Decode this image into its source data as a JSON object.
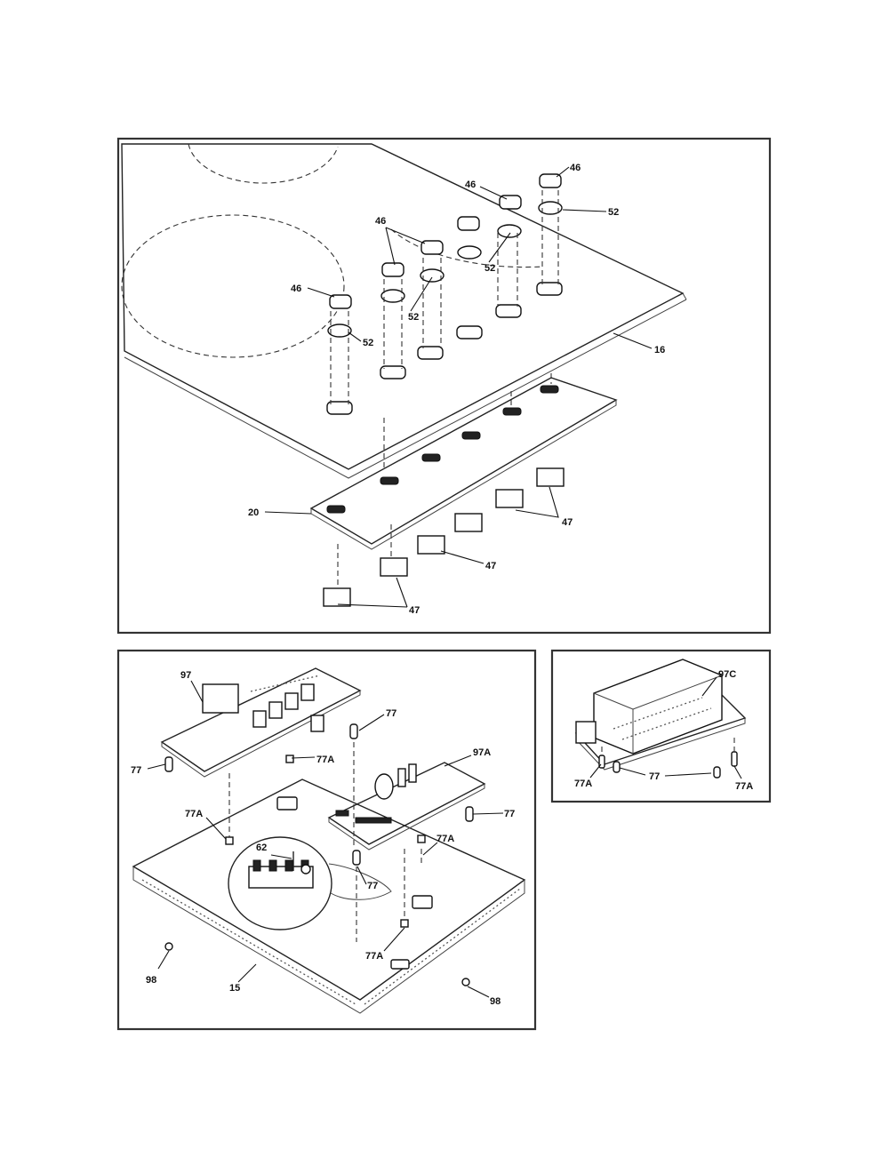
{
  "panels": [
    {
      "id": "top",
      "labels": [
        {
          "key": "l46a",
          "text": "46"
        },
        {
          "key": "l46b",
          "text": "46"
        },
        {
          "key": "l46c",
          "text": "46"
        },
        {
          "key": "l46d",
          "text": "46"
        },
        {
          "key": "l52a",
          "text": "52"
        },
        {
          "key": "l52b",
          "text": "52"
        },
        {
          "key": "l52c",
          "text": "52"
        },
        {
          "key": "l52d",
          "text": "52"
        },
        {
          "key": "l16",
          "text": "16"
        },
        {
          "key": "l20",
          "text": "20"
        },
        {
          "key": "l47a",
          "text": "47"
        },
        {
          "key": "l47b",
          "text": "47"
        },
        {
          "key": "l47c",
          "text": "47"
        }
      ]
    },
    {
      "id": "bottom-left",
      "labels": [
        {
          "key": "l97",
          "text": "97"
        },
        {
          "key": "l77a",
          "text": "77"
        },
        {
          "key": "l77b",
          "text": "77"
        },
        {
          "key": "l77Aa",
          "text": "77A"
        },
        {
          "key": "l97A",
          "text": "97A"
        },
        {
          "key": "l77Ab",
          "text": "77A"
        },
        {
          "key": "l77c",
          "text": "77"
        },
        {
          "key": "l62",
          "text": "62"
        },
        {
          "key": "l77Ac",
          "text": "77A"
        },
        {
          "key": "l77d",
          "text": "77"
        },
        {
          "key": "l77Ad",
          "text": "77A"
        },
        {
          "key": "l98a",
          "text": "98"
        },
        {
          "key": "l15",
          "text": "15"
        },
        {
          "key": "l98b",
          "text": "98"
        }
      ]
    },
    {
      "id": "bottom-right",
      "labels": [
        {
          "key": "l97C",
          "text": "97C"
        },
        {
          "key": "l77Ae",
          "text": "77A"
        },
        {
          "key": "l77e",
          "text": "77"
        },
        {
          "key": "l77Af",
          "text": "77A"
        }
      ]
    }
  ]
}
